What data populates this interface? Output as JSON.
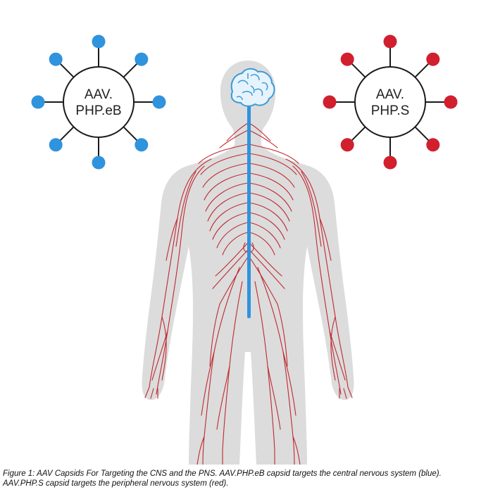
{
  "capsids": [
    {
      "line1": "AAV.",
      "line2": "PHP.eB",
      "color": "#2f93dd",
      "target": "central nervous system"
    },
    {
      "line1": "AAV.",
      "line2": "PHP.S",
      "color": "#d11f2e",
      "target": "peripheral nervous system"
    }
  ],
  "colors": {
    "body_silhouette": "#dcdcdc",
    "spinal_cord": "#2f93dd",
    "brain": "#3a9ad8",
    "nerves": "#c0282f"
  },
  "caption": {
    "line1": "Figure 1: AAV Capsids For Targeting the CNS and the PNS. AAV.PHP.eB capsid targets the central nervous system (blue).",
    "line2": "AAV.PHP.S capsid targets the peripheral nervous system (red)."
  }
}
